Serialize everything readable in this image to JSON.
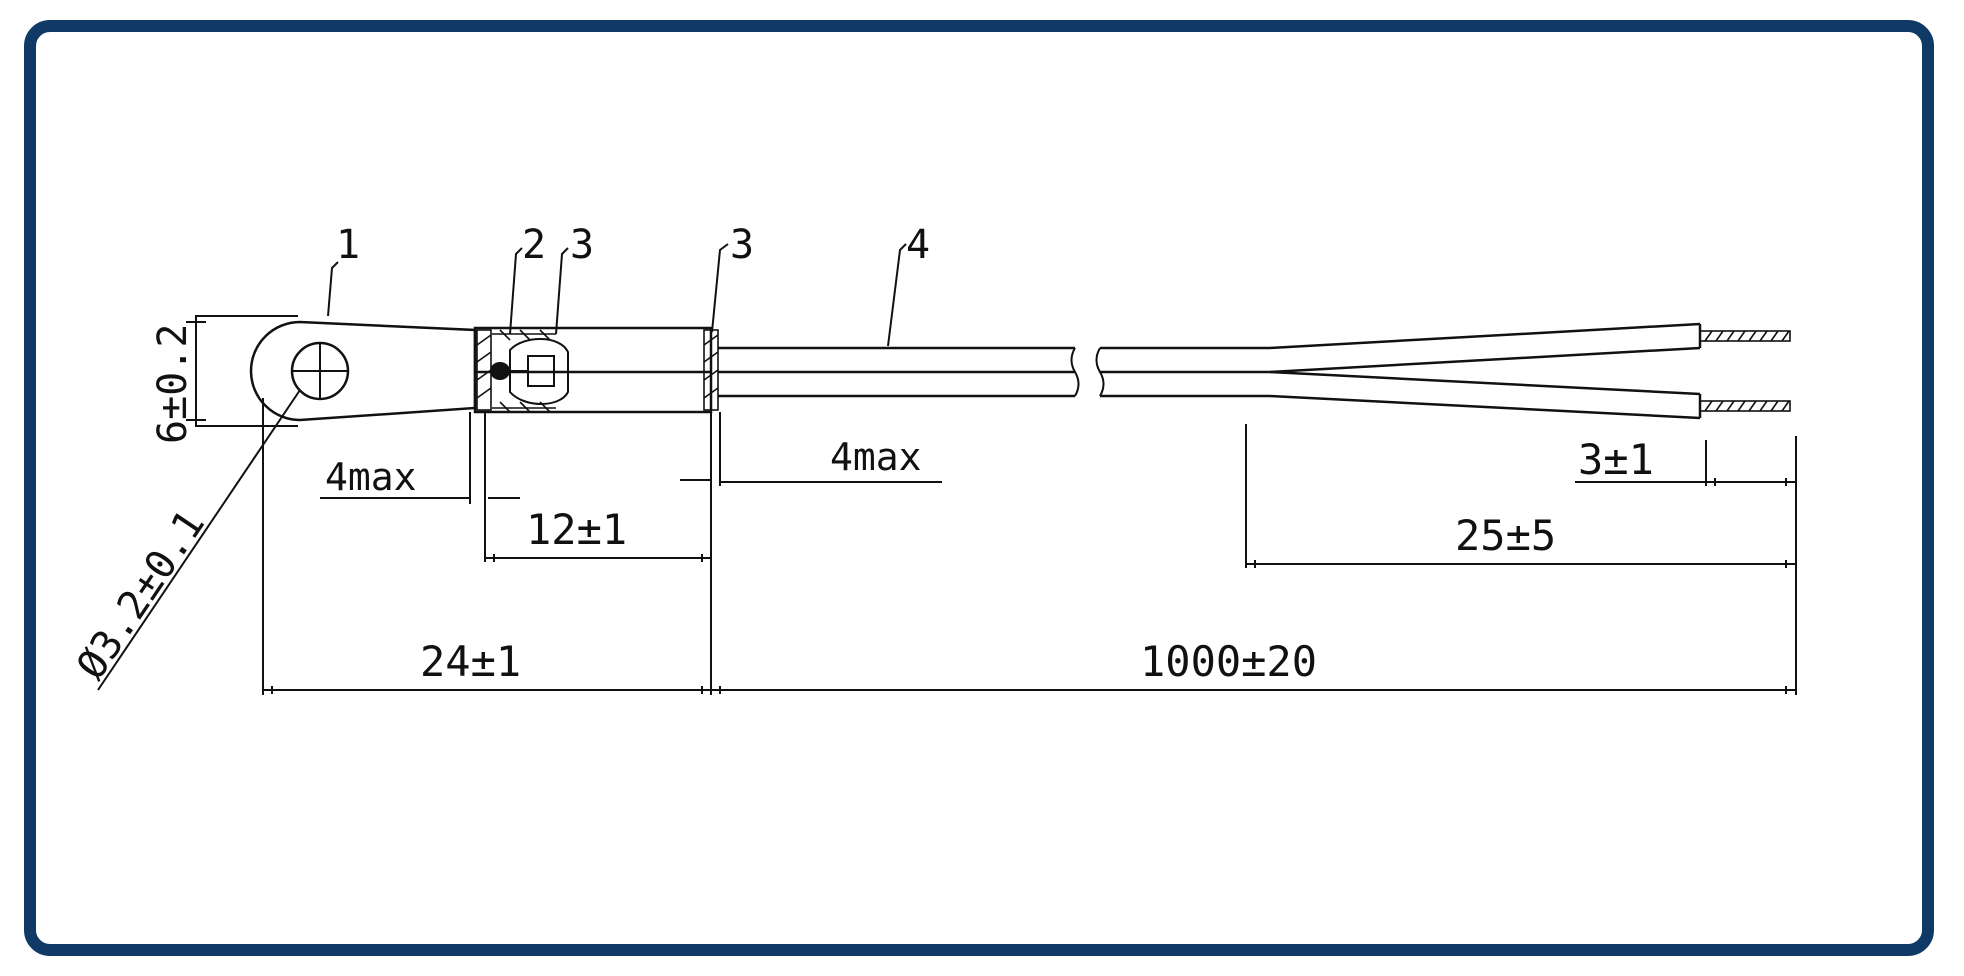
{
  "colors": {
    "frame": "#0f3a66",
    "line": "#111111",
    "background": "#ffffff"
  },
  "callouts": [
    "1",
    "2",
    "3",
    "3",
    "4"
  ],
  "dimensions": {
    "diameter": "Ø3.2±0.1",
    "eyelet_height": "6±0.2",
    "eyelet_gap": "4max",
    "sleeve_length": "12±1",
    "cable_gap": "4max",
    "strip_length": "3±1",
    "split_length": "25±5",
    "probe_length": "24±1",
    "cable_length": "1000±20"
  }
}
